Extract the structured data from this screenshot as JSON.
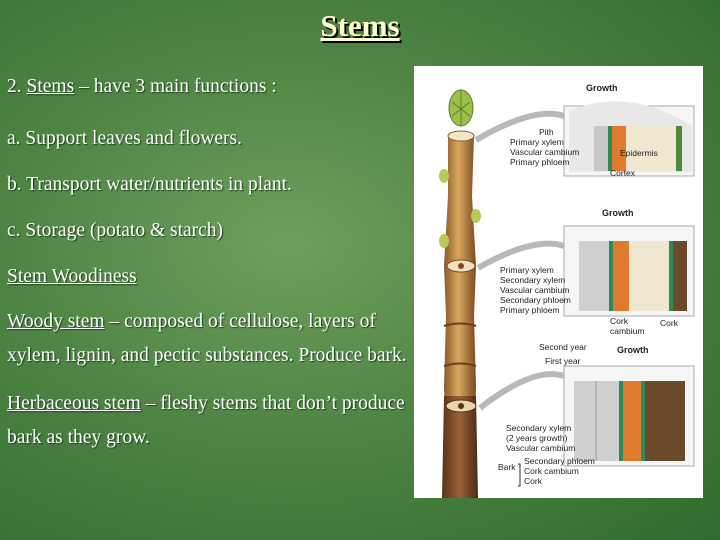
{
  "slide": {
    "title": "Stems",
    "functions": {
      "prefix": "2. ",
      "term": "Stems",
      "rest": " – have 3 main functions :"
    },
    "item_a": "a. Support leaves and flowers.",
    "item_b": "b. Transport water/nutrients in plant.",
    "item_c": "c. Storage (potato & starch)",
    "woodiness_heading": "Stem Woodiness",
    "woody": {
      "term": "Woody stem",
      "rest": " – composed of cellulose, layers of xylem, lignin, and pectic substances.  Produce bark."
    },
    "herbaceous": {
      "term": "Herbaceous stem",
      "rest": " – fleshy stems that don’t produce bark as they grow."
    }
  },
  "figure": {
    "top_section": {
      "growth": "Growth",
      "labels": [
        "Pith",
        "Primary xylem",
        "Vascular cambium",
        "Primary phloem",
        "Epidermis",
        "Cortex"
      ]
    },
    "middle_section": {
      "growth": "Growth",
      "labels": [
        "Primary xylem",
        "Secondary xylem",
        "Vascular cambium",
        "Secondary phloem",
        "Primary phloem",
        "Cork",
        "cambium",
        "Cork"
      ]
    },
    "bottom_section": {
      "growth": "Growth",
      "labels": [
        "Second year",
        "First year",
        "Secondary xylem",
        "(2 years growth)",
        "Vascular cambium",
        "Secondary phloem",
        "Cork cambium",
        "Cork",
        "Bark"
      ]
    },
    "colors": {
      "xylem": "#c8c8c8",
      "cambium": "#2e8b57",
      "phloem": "#e07a2e",
      "cork": "#6b4a2b",
      "pith": "#f2f2f2",
      "stem": "#c9964e"
    }
  }
}
